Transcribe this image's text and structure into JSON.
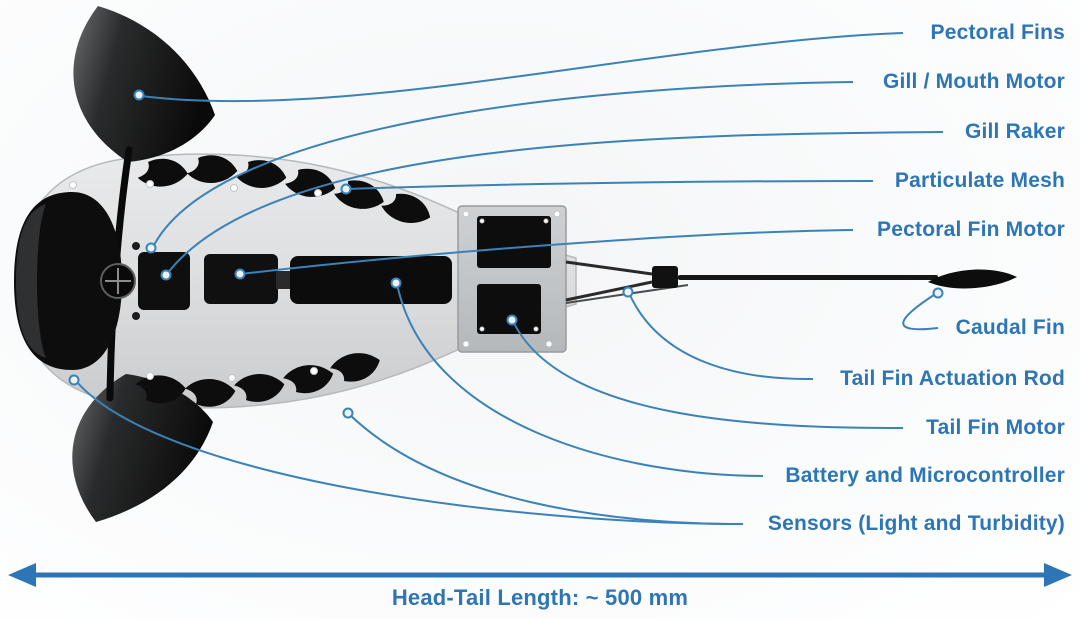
{
  "diagram": {
    "colors": {
      "accent": "#2E75B6",
      "leader": "#3b82b8"
    },
    "labels": [
      {
        "id": "pectoral-fins",
        "text": "Pectoral Fins"
      },
      {
        "id": "gill-mouth-motor",
        "text": "Gill / Mouth Motor"
      },
      {
        "id": "gill-raker",
        "text": "Gill Raker"
      },
      {
        "id": "particulate-mesh",
        "text": "Particulate Mesh"
      },
      {
        "id": "pectoral-fin-motor",
        "text": "Pectoral Fin Motor"
      },
      {
        "id": "caudal-fin",
        "text": "Caudal Fin"
      },
      {
        "id": "tail-fin-actuation-rod",
        "text": "Tail Fin Actuation Rod"
      },
      {
        "id": "tail-fin-motor",
        "text": "Tail Fin Motor"
      },
      {
        "id": "battery-microcontroller",
        "text": "Battery and Microcontroller"
      },
      {
        "id": "sensors",
        "text": "Sensors (Light and Turbidity)"
      }
    ],
    "dimension": {
      "text": "Head-Tail Length: ~ 500 mm"
    }
  }
}
